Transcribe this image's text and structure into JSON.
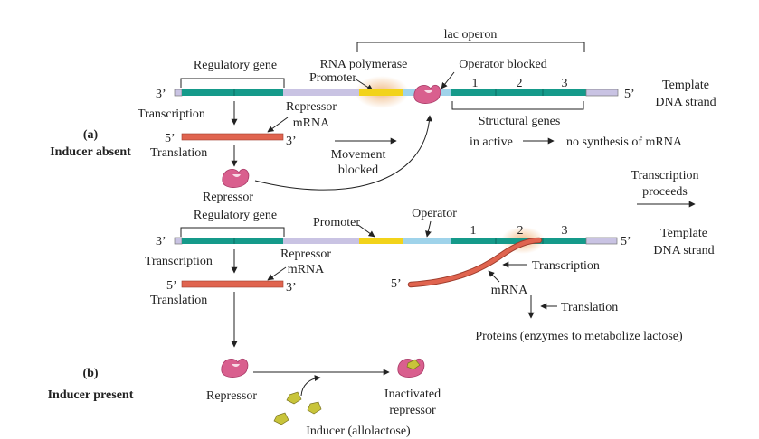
{
  "colors": {
    "gene_teal": "#159a8a",
    "spacer_purple": "#c9c3e3",
    "promoter_yellow": "#f2d31a",
    "operator_blue": "#9fd3ea",
    "mrna_red": "#e0644f",
    "repressor_pink": "#d95f8e",
    "inducer_olive": "#c8c43a",
    "highlight_orange": "#f3c89c"
  },
  "panel_a": {
    "lac_operon": "lac operon",
    "regulatory_gene": "Regulatory gene",
    "rna_polymerase": "RNA polymerase",
    "promoter": "Promoter",
    "operator_blocked": "Operator blocked",
    "gene_numbers": [
      "1",
      "2",
      "3"
    ],
    "end_3": "3’",
    "end_5": "5’",
    "template_line1": "Template",
    "template_line2": "DNA strand",
    "transcription": "Transcription",
    "repressor_line1": "Repressor",
    "repressor_line2": "mRNA",
    "mrna_5": "5’",
    "mrna_3": "3’",
    "structural_genes": "Structural genes",
    "in_active": "in active",
    "no_synthesis": "no synthesis of mRNA",
    "translation": "Translation",
    "movement_line1": "Movement",
    "movement_line2": "blocked",
    "repressor": "Repressor",
    "panel_letter": "(a)",
    "panel_title": "Inducer absent"
  },
  "panel_b": {
    "transcription_proceeds_line1": "Transcription",
    "transcription_proceeds_line2": "proceeds",
    "regulatory_gene": "Regulatory gene",
    "promoter": "Promoter",
    "operator": "Operator",
    "gene_numbers": [
      "1",
      "2",
      "3"
    ],
    "end_3": "3’",
    "end_5": "5’",
    "template_line1": "Template",
    "template_line2": "DNA strand",
    "transcription": "Transcription",
    "repressor_line1": "Repressor",
    "repressor_line2": "mRNA",
    "mrna_5": "5’",
    "mrna_3": "3’",
    "mrna_strand_5": "5’",
    "transcription_right": "Transcription",
    "mrna": "mRNA",
    "translation": "Translation",
    "translation_right": "Translation",
    "proteins": "Proteins (enzymes to metabolize lactose)",
    "repressor": "Repressor",
    "inactivated_line1": "Inactivated",
    "inactivated_line2": "repressor",
    "inducer": "Inducer (allolactose)",
    "panel_letter": "(b)",
    "panel_title": "Inducer present"
  }
}
